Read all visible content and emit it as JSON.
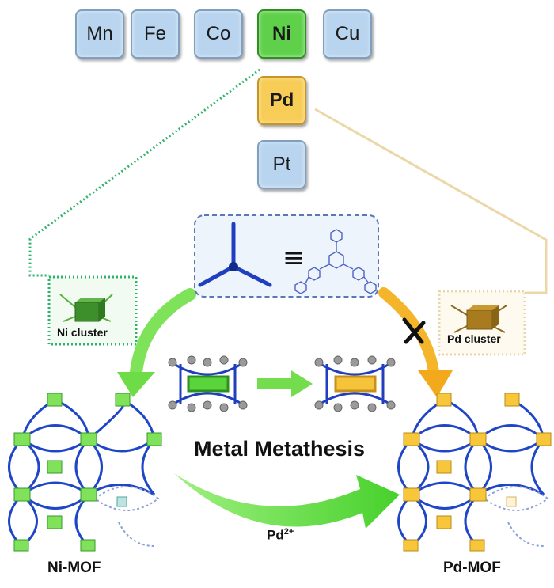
{
  "metals": {
    "mn": "Mn",
    "fe": "Fe",
    "co": "Co",
    "ni": "Ni",
    "cu": "Cu",
    "pd": "Pd",
    "pt": "Pt"
  },
  "labels": {
    "ni_cluster": "Ni cluster",
    "pd_cluster": "Pd cluster",
    "metathesis": "Metal Metathesis",
    "pd_ion": "Pd",
    "pd_charge": "2+",
    "ni_mof": "Ni-MOF",
    "pd_mof": "Pd-MOF",
    "equiv": "≡"
  },
  "colors": {
    "ni": "#5fd04a",
    "pd": "#f7cd57",
    "tile": "#b9d4ee",
    "ligand": "#1f3fbf",
    "arrow_green": "#6ee04a",
    "arrow_orange": "#f5b52a"
  },
  "icons": {
    "blocked": "cross-icon"
  }
}
